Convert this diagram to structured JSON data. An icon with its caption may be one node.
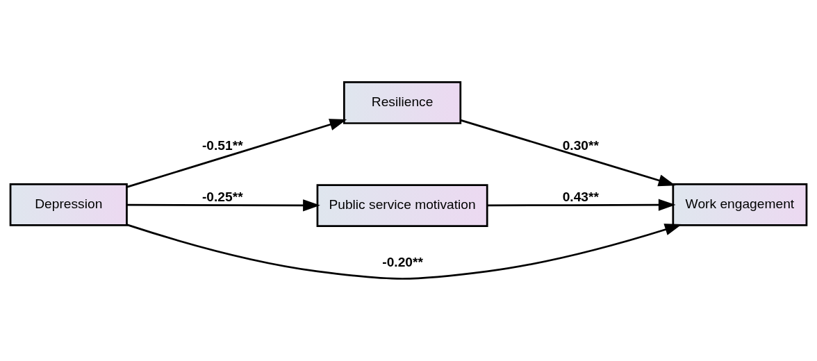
{
  "diagram": {
    "nodes": [
      {
        "text": [
          "Depression"
        ]
      },
      {
        "text": [
          "Resilience"
        ]
      },
      {
        "text": [
          "Public service motivation"
        ]
      },
      {
        "text": [
          "Work engagement"
        ]
      }
    ],
    "edges": [
      {
        "from": 0,
        "to": 1,
        "arrow": "to",
        "label": "-0.51**"
      },
      {
        "from": 1,
        "to": 3,
        "arrow": "to",
        "label": "0.30**"
      },
      {
        "from": 0,
        "to": 3,
        "arrow": "to",
        "label": "-0.20**"
      },
      {
        "from": 0,
        "to": 2,
        "arrow": "to",
        "label": "-0.25**"
      },
      {
        "from": 2,
        "to": 3,
        "arrow": "to",
        "label": "0.43**"
      }
    ]
  }
}
